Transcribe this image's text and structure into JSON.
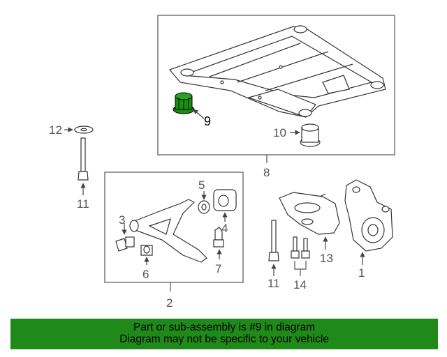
{
  "callouts": {
    "c1": "1",
    "c2": "2",
    "c3": "3",
    "c4": "4",
    "c5": "5",
    "c6": "6",
    "c7": "7",
    "c8": "8",
    "c9": "9",
    "c10": "10",
    "c11a": "11",
    "c11b": "11",
    "c12": "12",
    "c13": "13",
    "c14": "14"
  },
  "highlighted_part": "9",
  "colors": {
    "highlight": "#1a8c12",
    "banner": "#1f8a19",
    "line": "#555555"
  },
  "footer": {
    "line1": "Part or sub-assembly is #9 in diagram",
    "line2": "Diagram may not be specific to your vehicle"
  }
}
